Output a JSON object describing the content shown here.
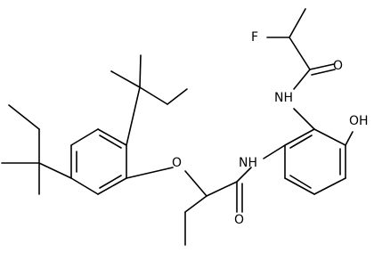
{
  "atom_labels": {
    "fluorine": "F",
    "carbonyl_oxygen_top": "O",
    "amide_nh_top": "NH",
    "hydroxyl": "OH",
    "amide_nh_middle": "NH",
    "ether_oxygen": "O",
    "carbonyl_oxygen_bottom": "O"
  }
}
